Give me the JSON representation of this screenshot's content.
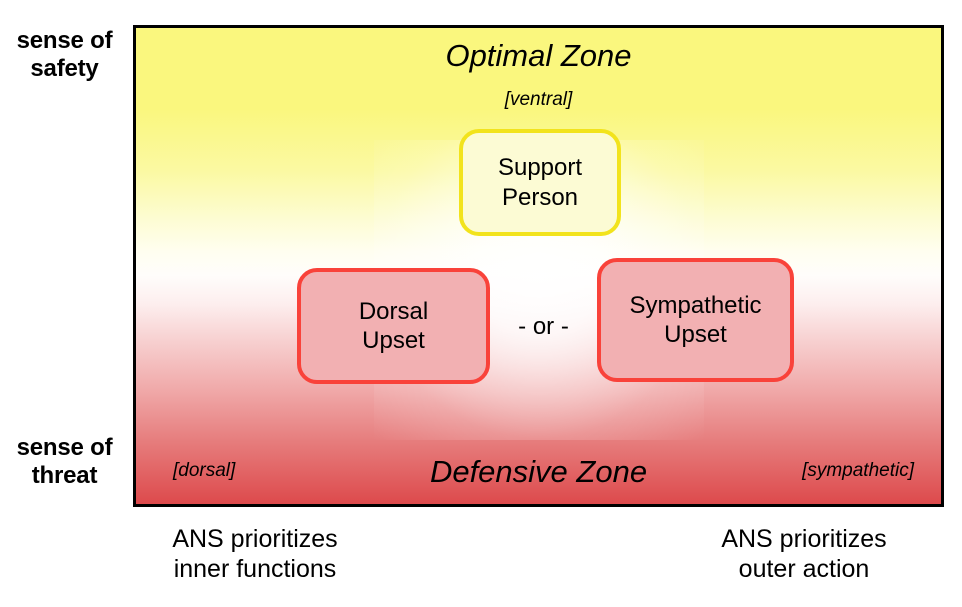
{
  "axes": {
    "top_label": "sense of\nsafety",
    "top_label_line1": "sense of",
    "top_label_line2": "safety",
    "bottom_label_line1": "sense of",
    "bottom_label_line2": "threat"
  },
  "zones": {
    "optimal": {
      "title": "Optimal Zone",
      "subtitle": "[ventral]"
    },
    "defensive": {
      "title": "Defensive Zone",
      "left_subtitle": "[dorsal]",
      "right_subtitle": "[sympathetic]"
    }
  },
  "nodes": {
    "support_person": {
      "line1": "Support",
      "line2": "Person",
      "fill": "#fcfbd4",
      "border": "#f2e31c"
    },
    "dorsal_upset": {
      "line1": "Dorsal",
      "line2": "Upset",
      "fill": "#f2b0b2",
      "border": "#f9423a"
    },
    "sympathetic_upset": {
      "line1": "Sympathetic",
      "line2": "Upset",
      "fill": "#f2b0b2",
      "border": "#f9423a"
    },
    "separator": "- or -"
  },
  "captions": {
    "left_line1": "ANS prioritizes",
    "left_line2": "inner functions",
    "right_line1": "ANS prioritizes",
    "right_line2": "outer action"
  },
  "colors": {
    "gradient_top": "#faf77e",
    "gradient_mid": "#fffdfb",
    "gradient_bottom": "#dd4a4c",
    "frame_border": "#000000",
    "text": "#000000"
  }
}
